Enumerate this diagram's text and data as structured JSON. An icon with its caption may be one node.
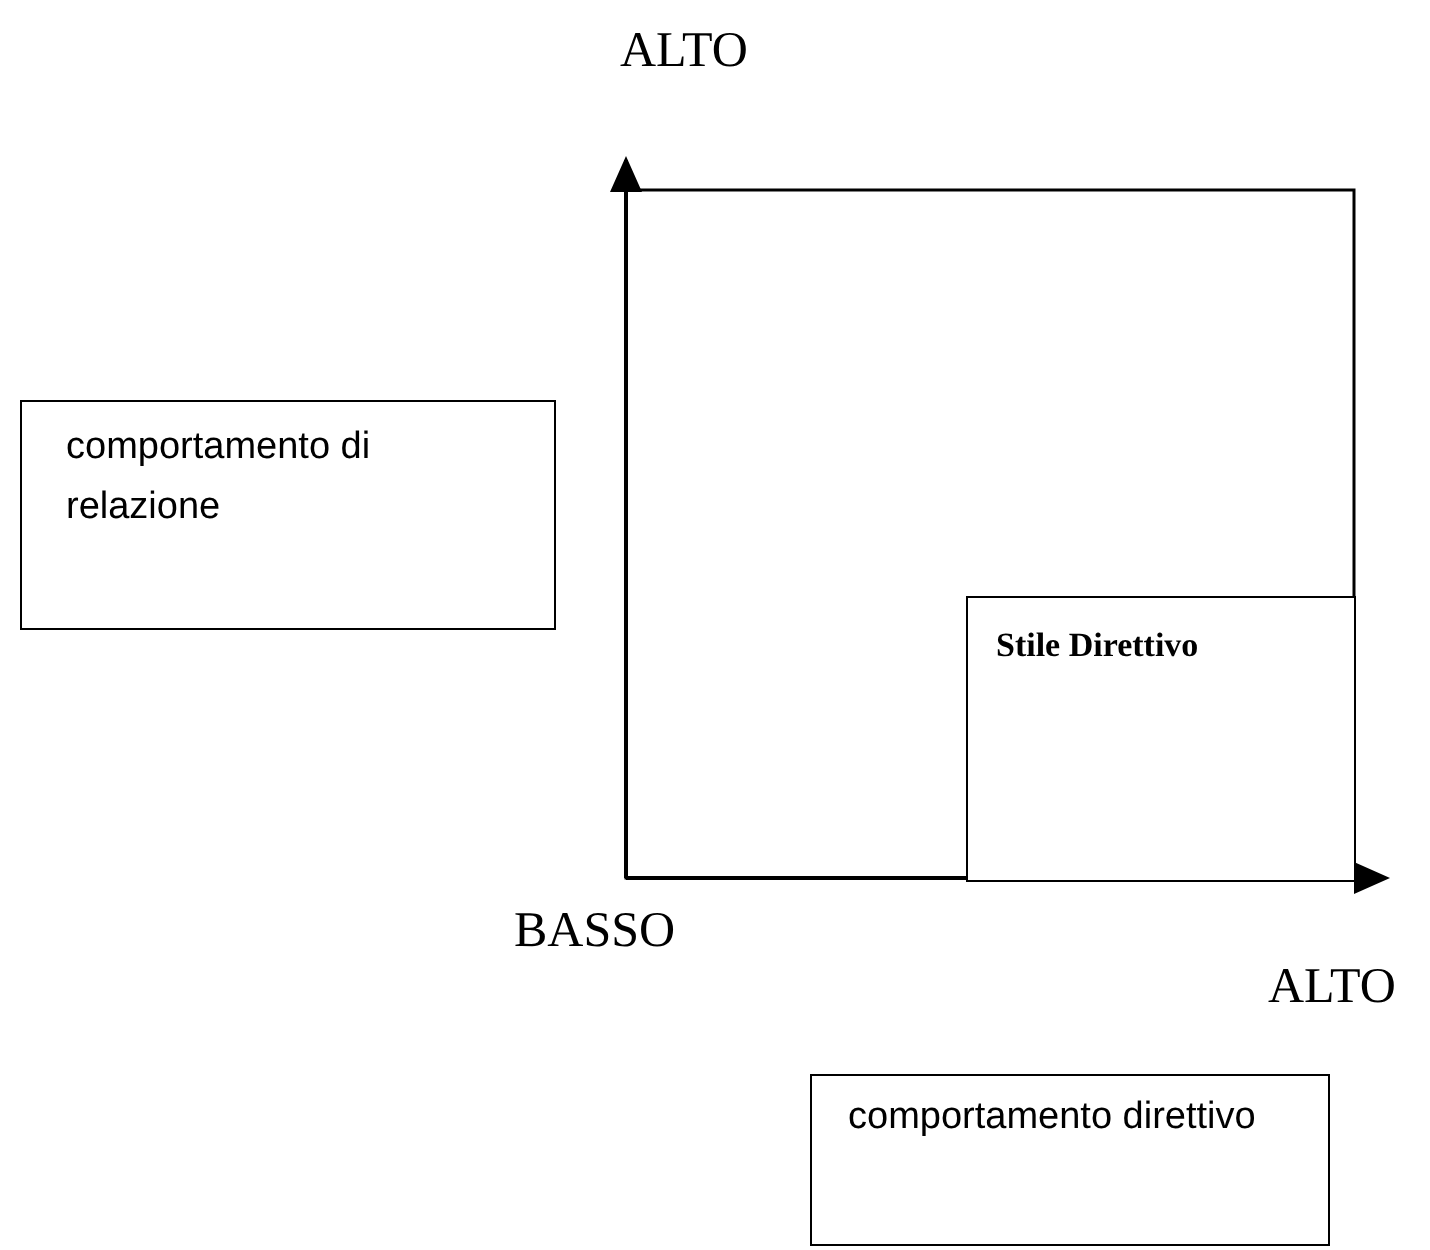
{
  "diagram": {
    "nodes": [
      {
        "text": [
          "comportamento di relazione"
        ]
      },
      {
        "text": [],
        "shape": "box"
      },
      {
        "text": [
          "Stile Direttivo"
        ],
        "in": 1
      },
      {
        "text": [
          "comportamento direttivo"
        ]
      }
    ],
    "edges": [],
    "labels": [
      "ALTO",
      "BASSO",
      "ALTO"
    ]
  }
}
